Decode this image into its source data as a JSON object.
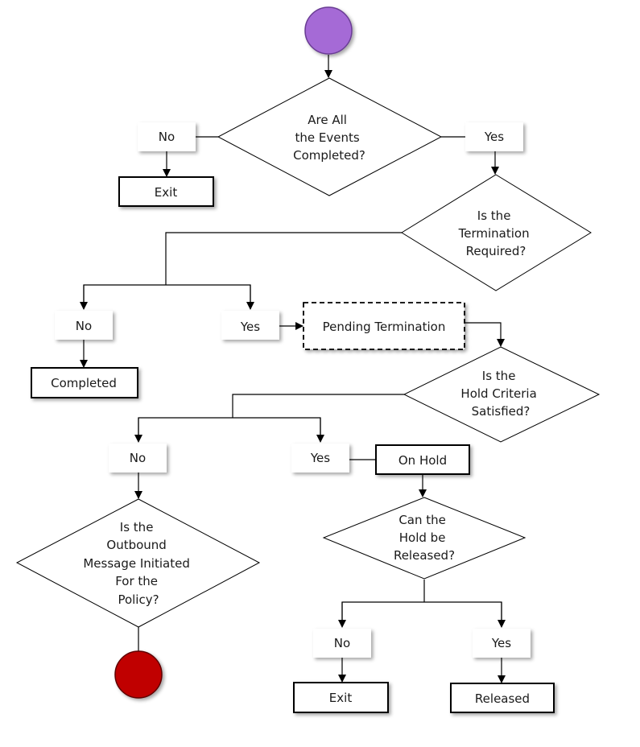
{
  "colors": {
    "start_node": "#a56bd6",
    "end_node": "#c00000",
    "line": "#000000",
    "text": "#1a1a1a"
  },
  "decisions": {
    "events_completed": [
      "Are All",
      "the Events",
      "Completed?"
    ],
    "termination_required": [
      "Is the",
      "Termination",
      "Required?"
    ],
    "hold_criteria": [
      "Is the",
      "Hold Criteria",
      "Satisfied?"
    ],
    "hold_released": [
      "Can the",
      "Hold be",
      "Released?"
    ],
    "outbound_message": [
      "Is the",
      "Outbound",
      "Message Initiated",
      "For the",
      "Policy?"
    ]
  },
  "labels": {
    "events_no": "No",
    "events_yes": "Yes",
    "termination_no": "No",
    "termination_yes": "Yes",
    "hold_no": "No",
    "hold_yes": "Yes",
    "released_no": "No",
    "released_yes": "Yes"
  },
  "processes": {
    "exit_top": "Exit",
    "completed": "Completed",
    "pending_termination": "Pending Termination",
    "on_hold": "On Hold",
    "exit_bottom": "Exit",
    "released": "Released"
  }
}
